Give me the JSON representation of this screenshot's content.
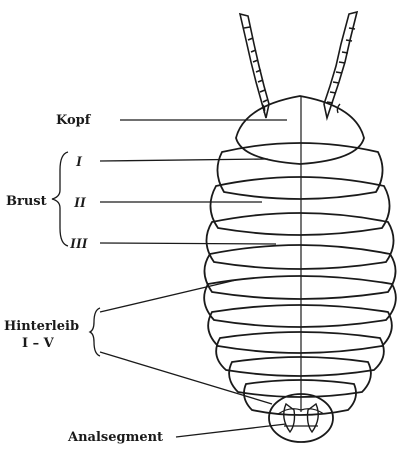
{
  "labels": {
    "kopf": "Kopf",
    "brust": "Brust",
    "brust_I": "I",
    "brust_II": "II",
    "brust_III": "III",
    "hinterleib": "Hinterleib",
    "hinterleib_range": "I – V",
    "analsegment": "Analsegment"
  }
}
